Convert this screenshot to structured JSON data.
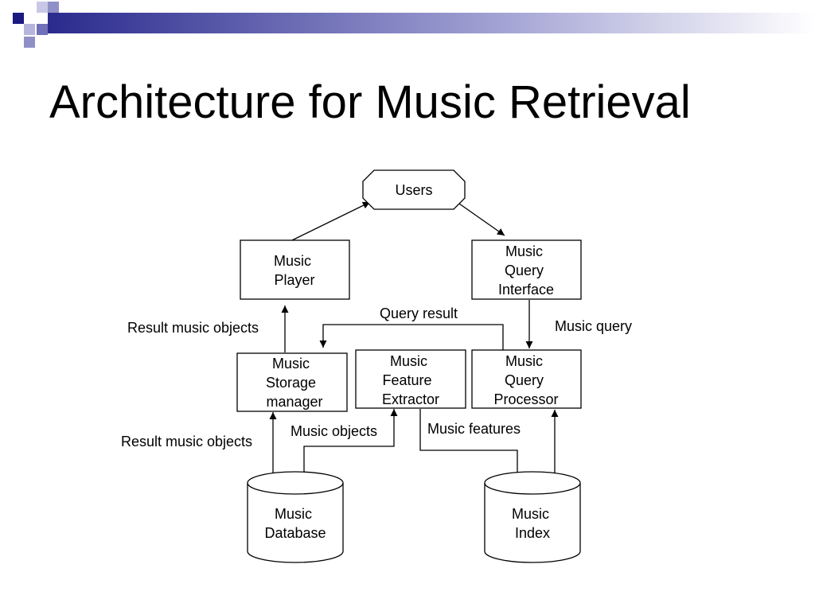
{
  "slide": {
    "title": "Architecture for Music Retrieval"
  },
  "diagram": {
    "nodes": {
      "users": {
        "lines": [
          "Users"
        ]
      },
      "music_player": {
        "lines": [
          "Music",
          "Player"
        ]
      },
      "music_query_interface": {
        "lines": [
          "Music",
          "Query",
          "Interface"
        ]
      },
      "music_storage_manager": {
        "lines": [
          "Music",
          "Storage",
          "manager"
        ]
      },
      "music_feature_extractor": {
        "lines": [
          "Music",
          "Feature",
          "Extractor"
        ]
      },
      "music_query_processor": {
        "lines": [
          "Music",
          "Query",
          "Processor"
        ]
      },
      "music_database": {
        "lines": [
          "Music",
          "Database"
        ]
      },
      "music_index": {
        "lines": [
          "Music",
          "Index"
        ]
      }
    },
    "edge_labels": {
      "query_result": "Query result",
      "result_music_objects_upper": "Result music objects",
      "music_query": "Music query",
      "result_music_objects_lower": "Result music objects",
      "music_objects": "Music objects",
      "music_features": "Music features"
    }
  }
}
